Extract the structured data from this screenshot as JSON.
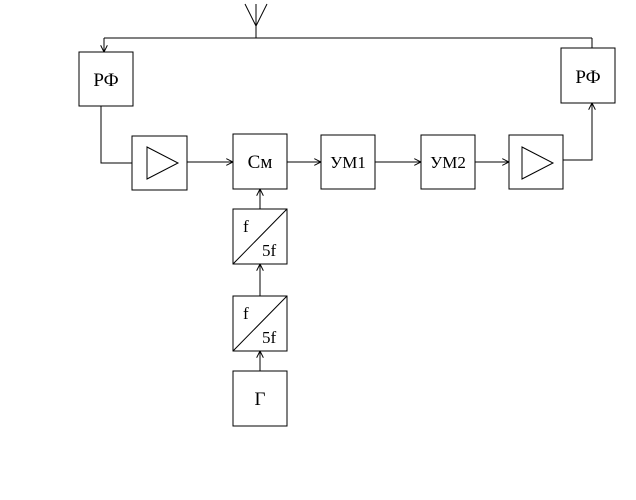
{
  "blocks": {
    "rf_left": "РФ",
    "rf_right": "РФ",
    "mixer": "См",
    "pa1": "УМ1",
    "pa2": "УМ2",
    "generator": "Г",
    "mult_upper": {
      "input": "f",
      "output": "5f"
    },
    "mult_lower": {
      "input": "f",
      "output": "5f"
    }
  },
  "icons": {
    "antenna": "antenna-icon",
    "amplifier": "amplifier-triangle-icon"
  },
  "colors": {
    "line": "#000000",
    "background": "#ffffff"
  }
}
